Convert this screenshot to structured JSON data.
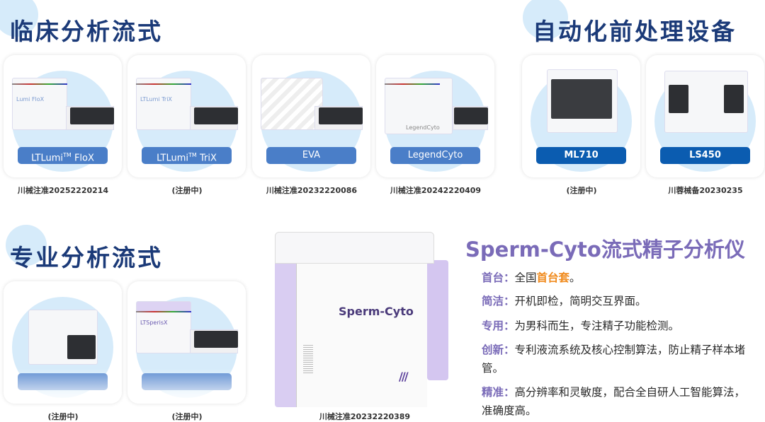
{
  "sections": {
    "clinical": "临床分析流式",
    "automation": "自动化前处理设备",
    "professional": "专业分析流式"
  },
  "clinical_cards": [
    {
      "name": "LTLumi",
      "sup": "TM",
      "suffix": " FloX",
      "device_label": "Lumi FloX",
      "reg": "川械注准20252220214"
    },
    {
      "name": "LTLumi",
      "sup": "TM",
      "suffix": " TriX",
      "device_label": "LTLumi TriX",
      "reg": "(注册中)"
    },
    {
      "name": "EVA",
      "sup": "",
      "suffix": "",
      "device_label": "",
      "reg": "川械注准20232220086"
    },
    {
      "name": "LegendCyto",
      "sup": "",
      "suffix": "",
      "device_label": "LegendCyto",
      "reg": "川械注准20242220409"
    }
  ],
  "automation_cards": [
    {
      "name": "ML710",
      "reg": "(注册中)"
    },
    {
      "name": "LS450",
      "reg": "川蓉械备20230235"
    }
  ],
  "professional_cards": [
    {
      "device_label": "",
      "reg": "(注册中)"
    },
    {
      "device_label": "LTSperisX",
      "reg": "(注册中)"
    }
  ],
  "product": {
    "title": "Sperm-Cyto流式精子分析仪",
    "device_name": "Sperm-Cyto",
    "reg": "川械注准20232220389",
    "features": [
      {
        "key": "首台：",
        "pre": "全国",
        "hl": "首台套",
        "post": "。"
      },
      {
        "key": "简洁：",
        "pre": "开机即检，简明交互界面。",
        "hl": "",
        "post": ""
      },
      {
        "key": "专用：",
        "pre": "为男科而生，专注精子功能检测。",
        "hl": "",
        "post": ""
      },
      {
        "key": "创新：",
        "pre": "专利液流系统及核心控制算法，防止精子样本堵管。",
        "hl": "",
        "post": ""
      },
      {
        "key": "精准：",
        "pre": "高分辨率和灵敏度，配合全自研人工智能算法，准确度高。",
        "hl": "",
        "post": ""
      }
    ]
  },
  "colors": {
    "title": "#1b3a78",
    "button": "#4a7ec8",
    "button_dark": "#0b5cb0",
    "accent": "#7a6bb8",
    "highlight": "#f08a1c"
  }
}
